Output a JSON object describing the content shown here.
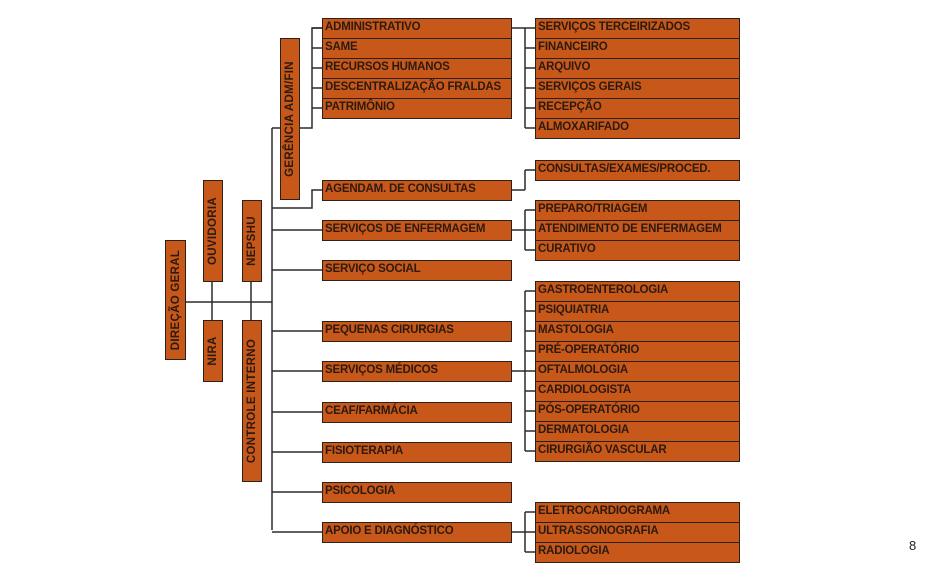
{
  "colors": {
    "box_fill": "#c8581a",
    "box_border": "#2b2118",
    "line": "#2b2b2b"
  },
  "left": {
    "direcao_geral": "DIREÇÃO GERAL",
    "ouvidoria": "OUVIDORIA",
    "nira": "NIRA",
    "nepshu": "NEPSHU",
    "controle_interno": "CONTROLE INTERNO",
    "gerencia": "GERÊNCIA ADM/FIN"
  },
  "admin_group": [
    "ADMINISTRATIVO",
    "SAME",
    "RECURSOS HUMANOS",
    "DESCENTRALIZAÇÃO FRALDAS",
    "PATRIMÔNIO"
  ],
  "departments": [
    "AGENDAM. DE CONSULTAS",
    "SERVIÇOS DE ENFERMAGEM",
    "SERVIÇO SOCIAL",
    "PEQUENAS CIRURGIAS",
    "SERVIÇOS MÉDICOS",
    "CEAF/FARMÁCIA",
    "FISIOTERAPIA",
    "PSICOLOGIA",
    "APOIO E DIAGNÓSTICO"
  ],
  "sub_groups": {
    "administrativo": [
      "SERVIÇOS TERCEIRIZADOS",
      "FINANCEIRO",
      "ARQUIVO",
      "SERVIÇOS GERAIS",
      "RECEPÇÃO",
      "ALMOXARIFADO"
    ],
    "agendamento": [
      "CONSULTAS/EXAMES/PROCED."
    ],
    "enfermagem": [
      "PREPARO/TRIAGEM",
      "ATENDIMENTO DE ENFERMAGEM",
      "CURATIVO"
    ],
    "medicos": [
      "GASTROENTEROLOGIA",
      "PSIQUIATRIA",
      "MASTOLOGIA",
      "PRÉ-OPERATÓRIO",
      "OFTALMOLOGIA",
      "CARDIOLOGISTA",
      "PÓS-OPERATÓRIO",
      "DERMATOLOGIA",
      "CIRURGIÃO VASCULAR"
    ],
    "apoio": [
      "ELETROCARDIOGRAMA",
      "ULTRASSONOGRAFIA",
      "RADIOLOGIA"
    ]
  },
  "page_number": "8"
}
